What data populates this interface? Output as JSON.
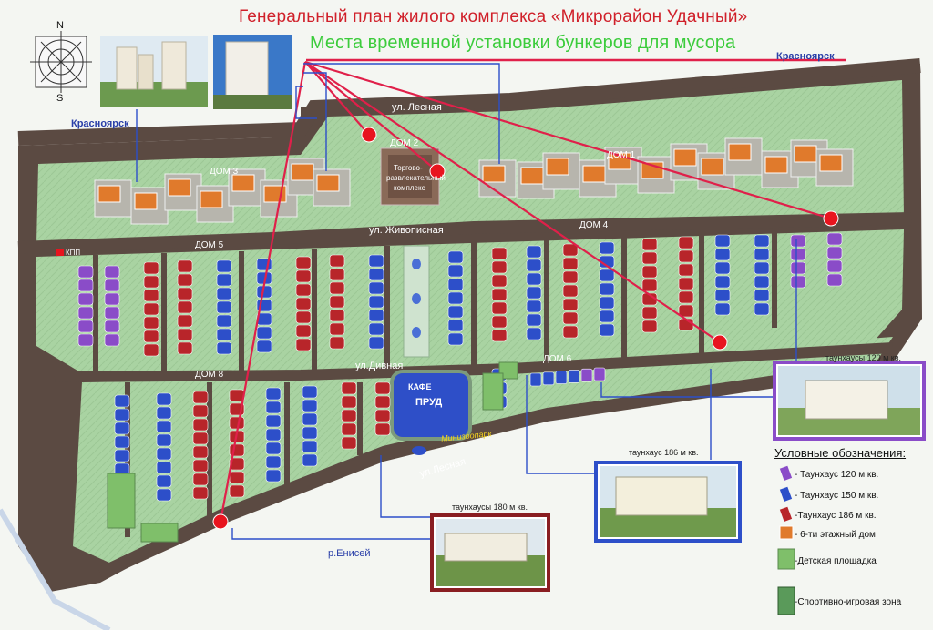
{
  "title": "Генеральный план жилого комплекса «Микрорайон Удачный»",
  "subtitle": "Места временной установки бункеров для мусора",
  "compass": {
    "north": "N",
    "south": "S"
  },
  "cities": {
    "top_right": "Красноярск",
    "left": "Красноярск"
  },
  "river": "р.Енисей",
  "streets": {
    "lesnaya_top": "ул. Лесная",
    "zhivopisnaya": "ул. Живописная",
    "divnaya": "ул.Дивная",
    "lesnaya_bottom": "ул.Лесная",
    "minizoo": "Минизоопарк"
  },
  "houses": {
    "dom1": "ДОМ 1",
    "dom2": "ДОМ 2",
    "dom3": "ДОМ 3",
    "dom4": "ДОМ 4",
    "dom5": "ДОМ 5",
    "dom6": "ДОМ 6",
    "dom8": "ДОМ 8"
  },
  "places": {
    "kpp": "КПП",
    "mall_line1": "Торгово-",
    "mall_line2": "развлекательный",
    "mall_line3": "комплекс",
    "cafe": "КАФЕ",
    "pond": "ПРУД"
  },
  "photos": {
    "p120": "таунхаусы 120 м кв.",
    "p186": "таунхаус  186 м кв.",
    "p180": "таунхаусы 180 м кв."
  },
  "legend": {
    "title": "Условные обозначения:",
    "items": [
      {
        "label": "- Таунхаус 120 м кв.",
        "color": "#8a4cc8"
      },
      {
        "label": "- Таунхаус 150 м кв.",
        "color": "#2d4fc9"
      },
      {
        "label": "-Таунхаус  186 м кв.",
        "color": "#b8252a"
      },
      {
        "label": "- 6-ти этажный дом",
        "color": "#e07a2c"
      },
      {
        "label": "-Детская площадка",
        "color": "#7fbf6a"
      },
      {
        "label": "-Спортивно-игровая зона",
        "color": "#5a9a5a"
      }
    ]
  },
  "colors": {
    "road": "#5a4a42",
    "green": "#a7d1a0",
    "orange_building": "#e07a2c",
    "red_townhouse": "#b8252a",
    "blue_townhouse": "#2d4fc9",
    "purple_townhouse": "#8a4cc8",
    "marker": "#e8141e",
    "pointer_line": "#e0204a"
  },
  "icons": [
    "compass-icon",
    "kpp-icon",
    "bin-location-marker-icon"
  ]
}
